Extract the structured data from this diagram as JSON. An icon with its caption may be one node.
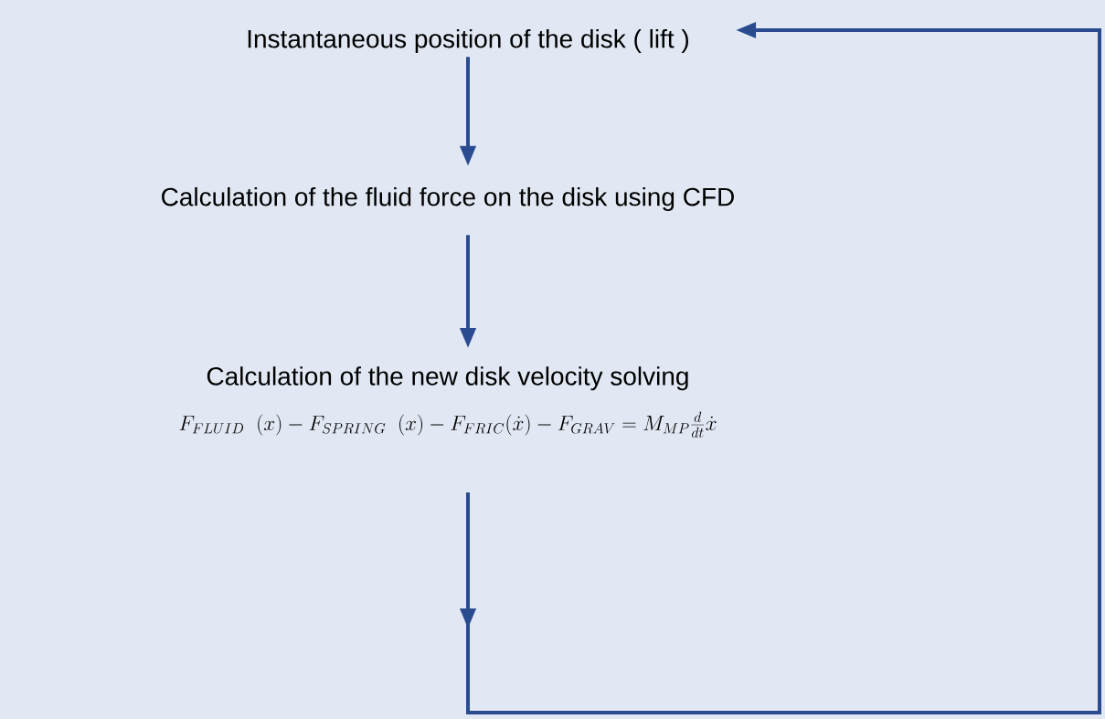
{
  "diagram": {
    "nodes": [
      {
        "text": [
          "Instantaneous position of the disk ( lift )"
        ]
      },
      {
        "text": [
          "Calculation of the fluid force on the disk using CFD"
        ]
      },
      {
        "text": [
          "Calculation of the new disk velocity solving",
          "F_{FLUID}\\ \\ (x)-F_{SPRING}\\ \\ (x)-F_{FRIC}(\\dot{x})-F_{GRAV}=M_{MP}\\frac{d}{dt}\\dot{x}"
        ]
      }
    ],
    "edges": [
      {
        "from": 0,
        "to": 1,
        "arrow": "to"
      },
      {
        "from": 1,
        "to": 2,
        "arrow": "to"
      },
      {
        "from": 2,
        "to": 0,
        "arrow": "to"
      }
    ]
  }
}
